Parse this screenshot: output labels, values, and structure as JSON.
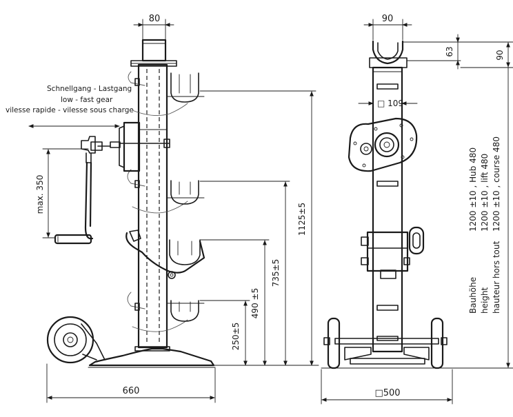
{
  "drawing": {
    "dimensions": {
      "top_width": "80",
      "gear_label_de": "Schnellgang - Lastgang",
      "gear_label_en": "low - fast gear",
      "gear_label_fr": "vilesse rapide - vilesse sous charge",
      "crank_max": "max. 350",
      "height_1125": "1125±5",
      "height_735": "735±5",
      "height_490": "490 ±5",
      "height_250": "250±5",
      "base_660": "660",
      "front_top_90": "90",
      "front_63": "63",
      "front_right_90": "90",
      "column_109": "□ 109",
      "base_500": "□500"
    },
    "spec_table": {
      "row1_label": "Bauhöhe",
      "row1_value": "1200 ±10 , Hub     480",
      "row2_label": "height",
      "row2_value": "1200 ±10 , lift     480",
      "row3_label": "hauteur hors tout",
      "row3_value": "1200 ±10 , course 480"
    }
  }
}
